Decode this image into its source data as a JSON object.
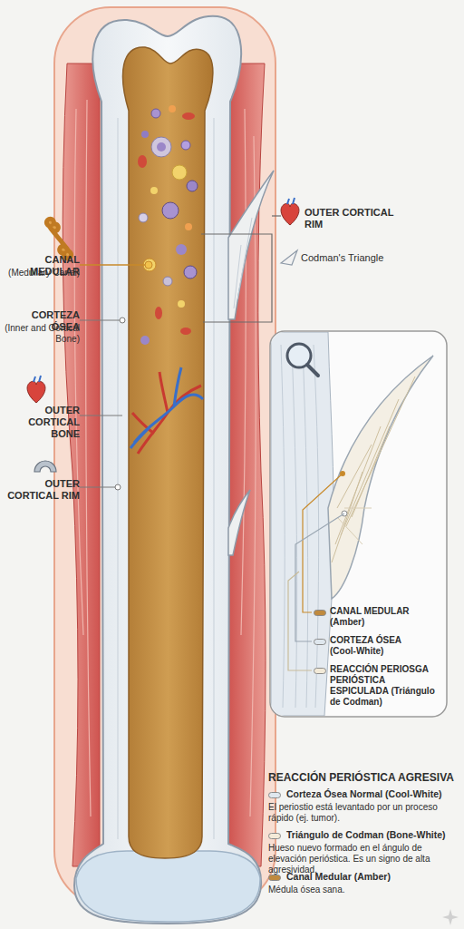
{
  "diagram": {
    "labels": [
      "CANAL MEDULAR",
      "(Medullary Canal)",
      "CORTEZA ÓSEA",
      "(Inner and Oortical Bone)",
      "OUTER CORTICAL BONE",
      "OUTER CORTICAL RIM",
      "OUTER CORTICAL RIM",
      "Codman's Triangle",
      "REACCIÓN PERIÓSTICA AGRESIVA",
      "El periostio está levantado por un proceso rápido (ej. tumor).",
      "Hueso nuevo formado en el ángulo de elevación perióstica. Es un signo de alta agresividad.",
      "Médula ósea sana."
    ],
    "legend": [
      {
        "text": "CANAL MEDULAR (Amber)",
        "color": "#c08a3e"
      },
      {
        "text": "CORTEZA ÓSEA (Cool-White)",
        "color": "#dfe7ee"
      },
      {
        "text": "REACCIÓN PERIOSGA PERIÓSTICA ESPICULADA (Triángulo de Codman)",
        "color": "#f3ead8"
      },
      {
        "text": "Corteza Ósea Normal (Cool-White)",
        "color": "#dfe7ee"
      },
      {
        "text": "Triángulo de Codman (Bone-White)",
        "color": "#f3ead8"
      },
      {
        "text": "Canal Medular (Amber)",
        "color": "#c08a3e"
      }
    ]
  }
}
